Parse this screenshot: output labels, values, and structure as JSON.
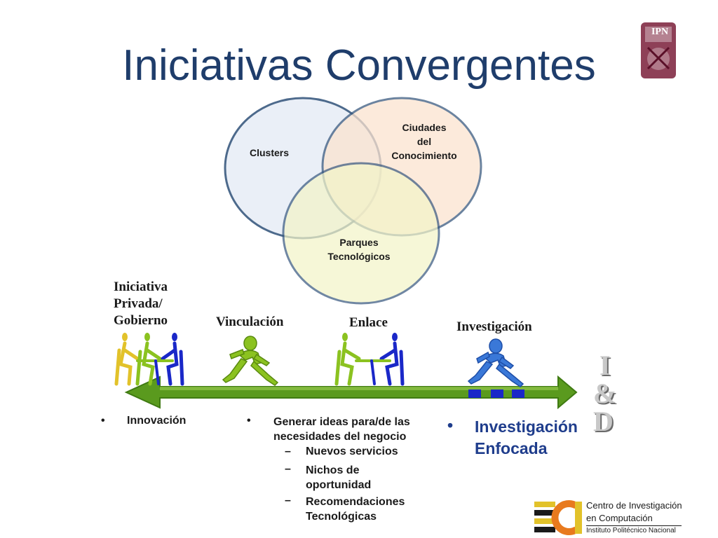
{
  "slide": {
    "title": "Iniciativas Convergentes",
    "logo_top": {
      "text": "IPN"
    }
  },
  "venn": {
    "circles": [
      {
        "label": "Clusters",
        "fill": "#e8eef7",
        "stroke": "#3a5a80"
      },
      {
        "label_lines": [
          "Ciudades",
          "del",
          "Conocimiento"
        ],
        "fill": "#fbe3cf",
        "stroke": "#3a5a80"
      },
      {
        "label_lines": [
          "Parques",
          "Tecnológicos"
        ],
        "fill": "#f3f4c8",
        "stroke": "#3a5a80"
      }
    ]
  },
  "stages": {
    "iniciativa": [
      "Iniciativa",
      "Privada/",
      "Gobierno"
    ],
    "vinculacion": "Vinculación",
    "enlace": "Enlace",
    "investigacion": "Investigación",
    "id_letters": [
      "I",
      "&",
      "D"
    ]
  },
  "colors": {
    "arrow": "#5a9a1e",
    "figure_yellow": "#e2c22a",
    "figure_green": "#8bc220",
    "figure_blue": "#1a28c8",
    "figure_light_blue": "#3a78d8",
    "title": "#1f3d6b"
  },
  "bullets": {
    "col1": {
      "marker": "•",
      "text": "Innovación"
    },
    "col2": {
      "marker": "•",
      "text_lines": [
        "Generar ideas para/de las",
        "necesidades del negocio"
      ],
      "sub": [
        {
          "marker": "–",
          "lines": [
            "Nuevos servicios"
          ]
        },
        {
          "marker": "–",
          "lines": [
            "Nichos de",
            "oportunidad"
          ]
        },
        {
          "marker": "–",
          "lines": [
            "Recomendaciones",
            "Tecnológicas"
          ]
        }
      ]
    },
    "col3": {
      "marker": "•",
      "lines": [
        "Investigación",
        "Enfocada"
      ]
    }
  },
  "logo_bottom": {
    "line1": "Centro de Investigación",
    "line2": "en Computación",
    "line3": "Instituto Politécnico Nacional"
  }
}
